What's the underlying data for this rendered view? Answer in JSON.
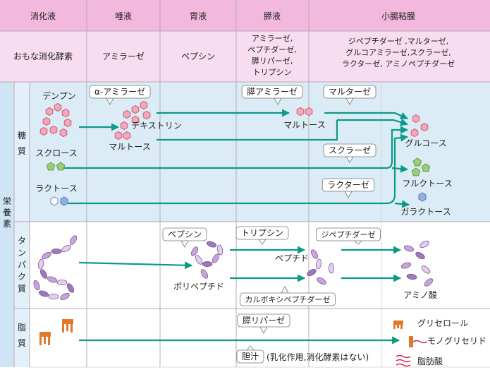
{
  "header": {
    "corner": "消化液",
    "columns": [
      "唾液",
      "胃液",
      "膵液",
      "小腸粘膜"
    ]
  },
  "enzyme_row": {
    "label": "おもな消化酵素",
    "saliva": "アミラーゼ",
    "gastric": "ペプシン",
    "pancreatic": [
      "アミラーゼ,",
      "ペプチダーゼ,",
      "膵リパーゼ,",
      "トリプシン"
    ],
    "intestinal": [
      "ジペプチダーゼ ,マルターゼ,",
      "グルコアミラーゼ,スクラーゼ,",
      "ラクターゼ, アミノペプチダーゼ"
    ]
  },
  "side": {
    "nutrients": "栄養素",
    "carbohydrate": "糖質",
    "protein": "タンパク質",
    "lipid": "脂質"
  },
  "carb": {
    "starch": "デンプン",
    "alpha_amylase": "α-アミラーゼ",
    "dextrin": "デキストリン",
    "maltose_left": "マルトース",
    "pancreatic_amylase": "膵アミラーゼ",
    "maltose_mid": "マルトース",
    "maltase": "マルターゼ",
    "sucrose": "スクロース",
    "sucrase": "スクラーゼ",
    "lactose": "ラクトース",
    "lactase": "ラクターゼ",
    "glucose": "グルコース",
    "fructose": "フルクトース",
    "galactose": "ガラクトース"
  },
  "protein": {
    "pepsin": "ペプシン",
    "polypeptide": "ポリペプチド",
    "trypsin": "トリプシン",
    "peptide": "ペプチド",
    "dipeptidase": "ジペプチダーゼ",
    "carboxypeptidase": "カルボキシペプチダーゼ",
    "amino_acid": "アミノ酸"
  },
  "lipid": {
    "lipase": "膵リパーゼ",
    "bile": "胆汁",
    "bile_note": "(乳化作用,消化酵素はない)",
    "glycerol": "グリセロール",
    "monoglyceride": "モノグリセリド",
    "fatty_acid": "脂肪酸"
  },
  "colors": {
    "header_bg": "#f2b8dd",
    "enzyme_row_bg": "#f8dcef",
    "carb_bg": "#dcecf7",
    "side_bg": "#cfe4f4",
    "arrow": "#0a9a86",
    "hexagon": "#f4a8b8",
    "pentagon": "#9ccc7a",
    "protein_bead": "#c8a4d8",
    "lipid": "#e07a2a"
  }
}
